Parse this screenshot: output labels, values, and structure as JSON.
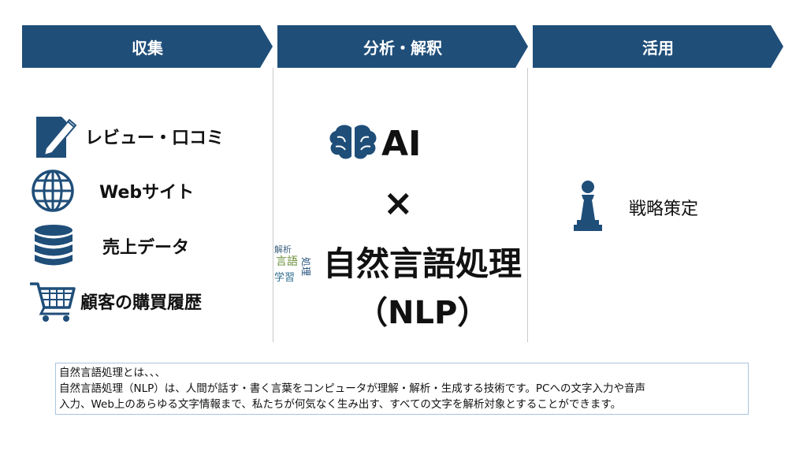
{
  "stages": [
    {
      "label": "収集"
    },
    {
      "label": "分析・解釈"
    },
    {
      "label": "活用"
    }
  ],
  "collect_items": [
    {
      "label": "レビュー・口コミ",
      "icon": "document-pen-icon"
    },
    {
      "label": "Webサイト",
      "icon": "globe-icon"
    },
    {
      "label": "売上データ",
      "icon": "database-icon"
    },
    {
      "label": "顧客の購買履歴",
      "icon": "shopping-cart-icon"
    }
  ],
  "analysis": {
    "ai_label": "AI",
    "cross": "×",
    "nlp_title": "自然言語処理",
    "nlp_abbr": "（NLP）",
    "ai_icon": "brain-icon",
    "nlp_icon": "word-cloud-icon",
    "word_cloud_words": [
      "解析",
      "言語",
      "処理",
      "学習"
    ]
  },
  "utilize": {
    "label": "戦略策定",
    "icon": "chess-pawn-icon"
  },
  "note": {
    "line1": "自然言語処理とは、、、",
    "line2": "自然言語処理（NLP）は、人間が話す・書く言葉をコンピュータが理解・解析・生成する技術です。PCへの文字入力や音声",
    "line3": "入力、Web上のあらゆる文字情報まで、私たちが何気なく生み出す、すべての文字を解析対象とすることができます。"
  },
  "colors": {
    "primary": "#1f4e79",
    "border": "#a9c4e0"
  }
}
